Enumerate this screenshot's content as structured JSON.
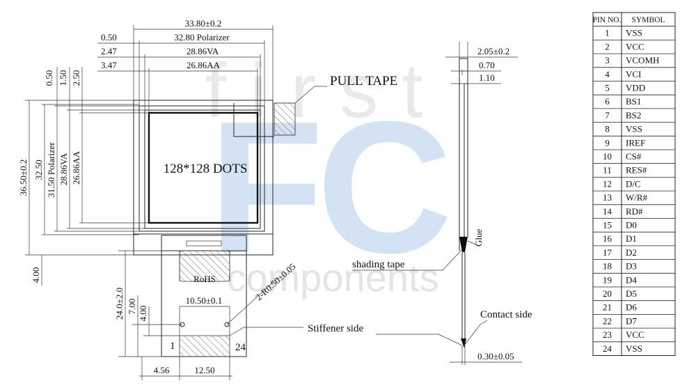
{
  "watermark": {
    "top": "first",
    "logo": "FC",
    "bottom": "components"
  },
  "front": {
    "width_total": "33.80±0.2",
    "polarizer_w": "32.80 Polarizer",
    "va_w": "28.86VA",
    "aa_w": "26.86AA",
    "off_050": "0.50",
    "off_247": "2.47",
    "off_347": "3.47",
    "top_050": "0.50",
    "top_150": "1.50",
    "top_250": "2.50",
    "height_total": "36.50±0.2",
    "h_3250": "32.50",
    "h_pol": "31.50 Polarizer",
    "h_va": "28.86VA",
    "h_aa": "26.86AA",
    "dots": "128*128 DOTS",
    "bottom_400": "4.00",
    "pull_tape": "PULL TAPE",
    "rohs": "RoHS"
  },
  "fpc": {
    "len": "24.0±2.0",
    "d700": "7.00",
    "d400": "4.00",
    "hole_span": "10.50±0.1",
    "radius": "2-R0.50±0.05",
    "stiffener": "Stiffener side",
    "pin1": "1",
    "pin24": "24",
    "offset": "4.56",
    "width": "12.50"
  },
  "side": {
    "thick": "2.05±0.2",
    "d070": "0.70",
    "d110": "1.10",
    "glue": "Glue",
    "shading": "shading tape",
    "contact": "Contact side",
    "fpc_thick": "0.30±0.05"
  },
  "pin_table": {
    "headers": [
      "PIN NO.",
      "SYMBOL"
    ],
    "rows": [
      [
        "1",
        "VSS"
      ],
      [
        "2",
        "VCC"
      ],
      [
        "3",
        "VCOMH"
      ],
      [
        "4",
        "VCI"
      ],
      [
        "5",
        "VDD"
      ],
      [
        "6",
        "BS1"
      ],
      [
        "7",
        "BS2"
      ],
      [
        "8",
        "VSS"
      ],
      [
        "9",
        "IREF"
      ],
      [
        "10",
        "CS#"
      ],
      [
        "11",
        "RES#"
      ],
      [
        "12",
        "D/C"
      ],
      [
        "13",
        "W/R#"
      ],
      [
        "14",
        "RD#"
      ],
      [
        "15",
        "D0"
      ],
      [
        "16",
        "D1"
      ],
      [
        "17",
        "D2"
      ],
      [
        "18",
        "D3"
      ],
      [
        "19",
        "D4"
      ],
      [
        "20",
        "D5"
      ],
      [
        "21",
        "D6"
      ],
      [
        "22",
        "D7"
      ],
      [
        "23",
        "VCC"
      ],
      [
        "24",
        "VSS"
      ]
    ]
  }
}
